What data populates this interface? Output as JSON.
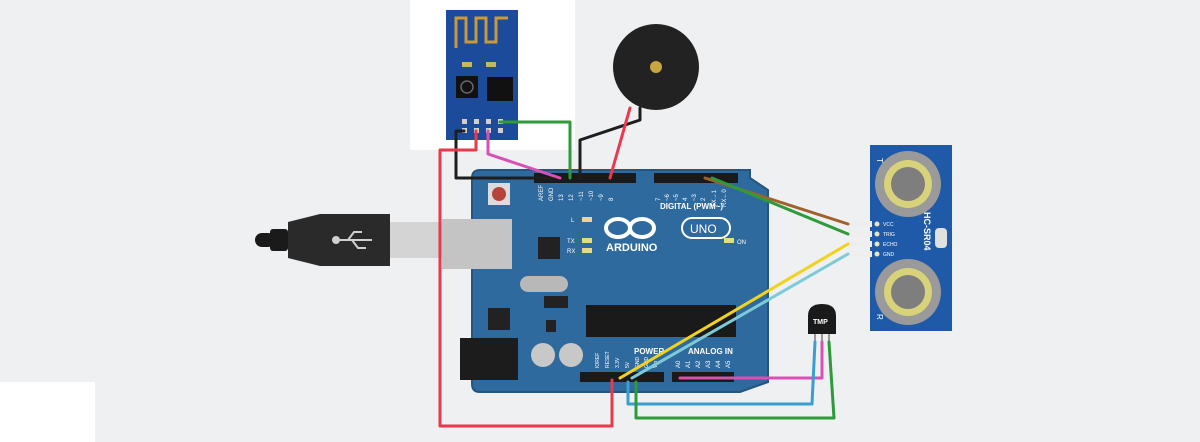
{
  "board": {
    "brand": "ARDUINO",
    "model": "UNO",
    "digital_label": "DIGITAL (PWM~)",
    "power_label": "POWER",
    "analog_label": "ANALOG IN",
    "on_label": "ON",
    "led_l": "L",
    "led_tx": "TX",
    "led_rx": "RX",
    "pin_aref": "AREF",
    "pin_gnd": "GND",
    "pin_13": "13",
    "pin_12": "12",
    "pin_11": "~11",
    "pin_10": "~10",
    "pin_9": "~9",
    "pin_8": "8",
    "pin_7": "7",
    "pin_6": "~6",
    "pin_5": "~5",
    "pin_4": "4",
    "pin_3": "~3",
    "pin_2": "2",
    "pin_tx1": "TX→1",
    "pin_rx0": "RX←0",
    "pin_ioref": "IOREF",
    "pin_reset": "RESET",
    "pin_3v3": "3.3V",
    "pin_5v": "5V",
    "pin_gnd2": "GND",
    "pin_gnd3": "GND",
    "pin_vin": "Vin",
    "pin_a0": "A0",
    "pin_a1": "A1",
    "pin_a2": "A2",
    "pin_a3": "A3",
    "pin_a4": "A4",
    "pin_a5": "A5"
  },
  "ultrasonic": {
    "model": "HC-SR04",
    "pin_vcc": "VCC",
    "pin_trig": "TRIG",
    "pin_echo": "ECHO",
    "pin_gnd": "GND",
    "mark_t": "T",
    "mark_r": "R"
  },
  "temp_sensor": {
    "label": "TMP"
  },
  "colors": {
    "background": "#eef0f2",
    "board": "#2f6a9e",
    "board_edge": "#24557f",
    "esp_board": "#1c4b9c",
    "antenna": "#c9993a",
    "wire_red": "#e8394d",
    "wire_black": "#1e1e1e",
    "wire_green": "#2e9a3a",
    "wire_pink": "#d84fb5",
    "wire_yellow": "#f2d21c",
    "wire_cyan": "#7ecbd8",
    "wire_brown": "#a0612c",
    "wire_blue": "#3a9fd0",
    "sensor_blue": "#1f5aa8",
    "transducer": "#d8d27a",
    "buzzer": "#222222"
  }
}
